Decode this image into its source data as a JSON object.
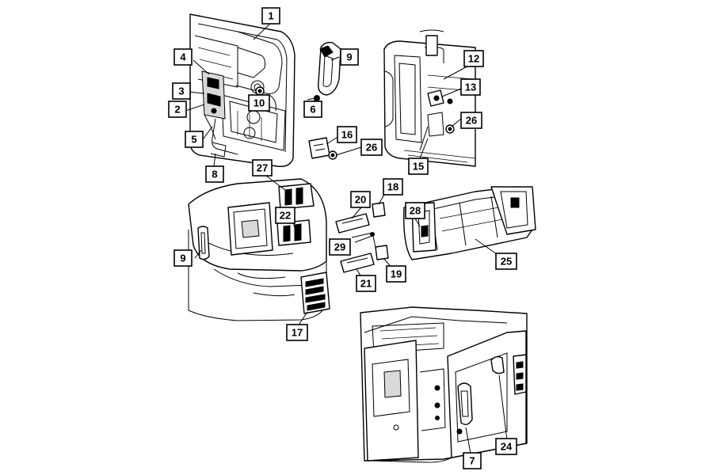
{
  "callouts": [
    {
      "label": "1"
    },
    {
      "label": "4"
    },
    {
      "label": "9"
    },
    {
      "label": "12"
    },
    {
      "label": "3"
    },
    {
      "label": "10"
    },
    {
      "label": "13"
    },
    {
      "label": "2"
    },
    {
      "label": "6"
    },
    {
      "label": "26"
    },
    {
      "label": "16"
    },
    {
      "label": "5"
    },
    {
      "label": "26"
    },
    {
      "label": "15"
    },
    {
      "label": "8"
    },
    {
      "label": "27"
    },
    {
      "label": "18"
    },
    {
      "label": "20"
    },
    {
      "label": "28"
    },
    {
      "label": "22"
    },
    {
      "label": "9"
    },
    {
      "label": "29"
    },
    {
      "label": "19"
    },
    {
      "label": "21"
    },
    {
      "label": "25"
    },
    {
      "label": "17"
    },
    {
      "label": "7"
    },
    {
      "label": "24"
    }
  ]
}
